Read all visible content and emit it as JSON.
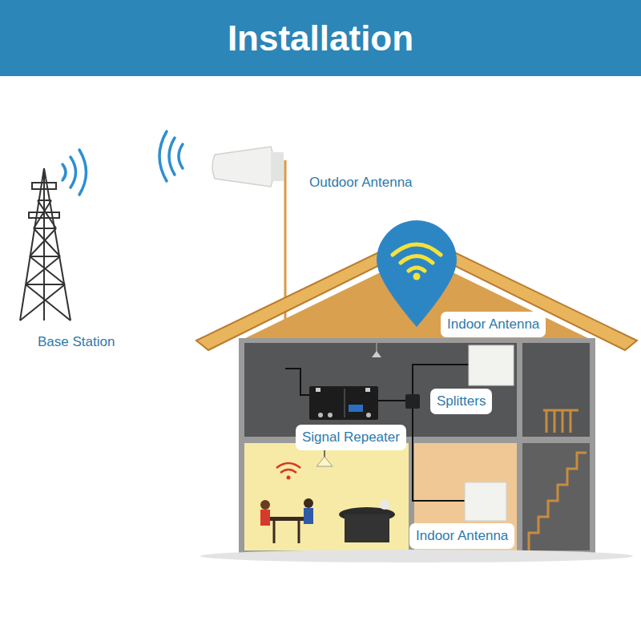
{
  "diagram": {
    "title": "Installation",
    "nodes": [
      {
        "text": [
          "Indoor Antenna"
        ]
      },
      {
        "text": [
          "Splitters"
        ]
      },
      {
        "text": [
          "Signal Repeater"
        ]
      },
      {
        "text": [
          "Indoor Antenna"
        ]
      }
    ],
    "labels": [
      "Outdoor Antenna",
      "Base Station"
    ]
  }
}
